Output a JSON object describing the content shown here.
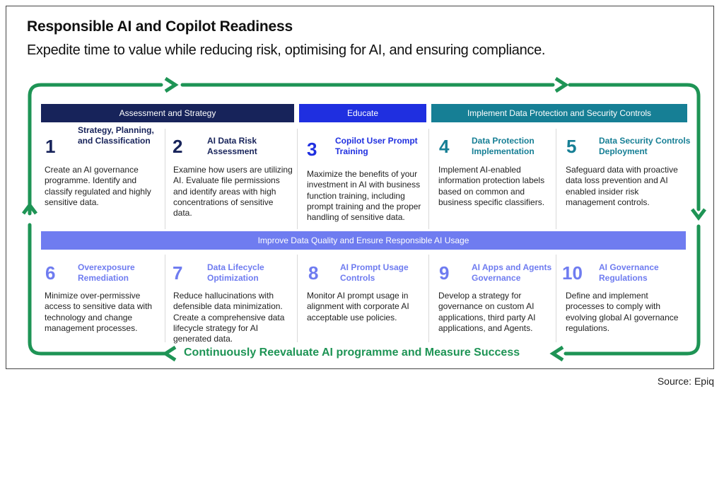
{
  "title": "Responsible AI and Copilot Readiness",
  "subtitle": "Expedite time to value while reducing risk, optimising for AI, and ensuring compliance.",
  "bands": {
    "assessment": "Assessment and Strategy",
    "educate": "Educate",
    "implement": "Implement Data Protection and Security Controls",
    "improve": "Improve Data Quality and Ensure Responsible AI Usage"
  },
  "colors": {
    "navy": "#17235a",
    "blue": "#1f2fe0",
    "teal": "#167f95",
    "lavender": "#6f7cf0",
    "green": "#1e9455"
  },
  "steps": [
    {
      "num": "1",
      "title": "Strategy, Planning, and Classification",
      "desc": "Create an AI governance programme. Identify and classify regulated and highly sensitive data."
    },
    {
      "num": "2",
      "title": "AI Data Risk Assessment",
      "desc": "Examine how users are utilizing AI. Evaluate file permissions and identify areas with high concentrations of sensitive data."
    },
    {
      "num": "3",
      "title": "Copilot User Prompt Training",
      "desc": "Maximize the benefits of your investment in AI with business function training, including prompt training and the proper handling of sensitive data."
    },
    {
      "num": "4",
      "title": "Data Protection Implementation",
      "desc": "Implement AI-enabled information protection labels based on common and business specific classifiers."
    },
    {
      "num": "5",
      "title": "Data Security Controls Deployment",
      "desc": "Safeguard data with proactive data loss prevention and AI enabled insider risk management controls."
    },
    {
      "num": "6",
      "title": "Overexposure Remediation",
      "desc": "Minimize over-permissive access to sensitive data with technology and change management processes."
    },
    {
      "num": "7",
      "title": "Data Lifecycle Optimization",
      "desc": "Reduce hallucinations with defensible data minimization. Create a comprehensive data lifecycle strategy for AI generated data."
    },
    {
      "num": "8",
      "title": "AI Prompt Usage Controls",
      "desc": "Monitor AI prompt usage in alignment with corporate AI acceptable use policies."
    },
    {
      "num": "9",
      "title": "AI Apps and Agents Governance",
      "desc": "Develop a strategy for governance on custom AI applications, third party AI applications, and Agents."
    },
    {
      "num": "10",
      "title": "AI Governance Regulations",
      "desc": "Define and implement processes to comply with evolving global AI governance regulations."
    }
  ],
  "loop_label": "Continuously Reevaluate AI programme and Measure Success",
  "source": "Source: Epiq"
}
